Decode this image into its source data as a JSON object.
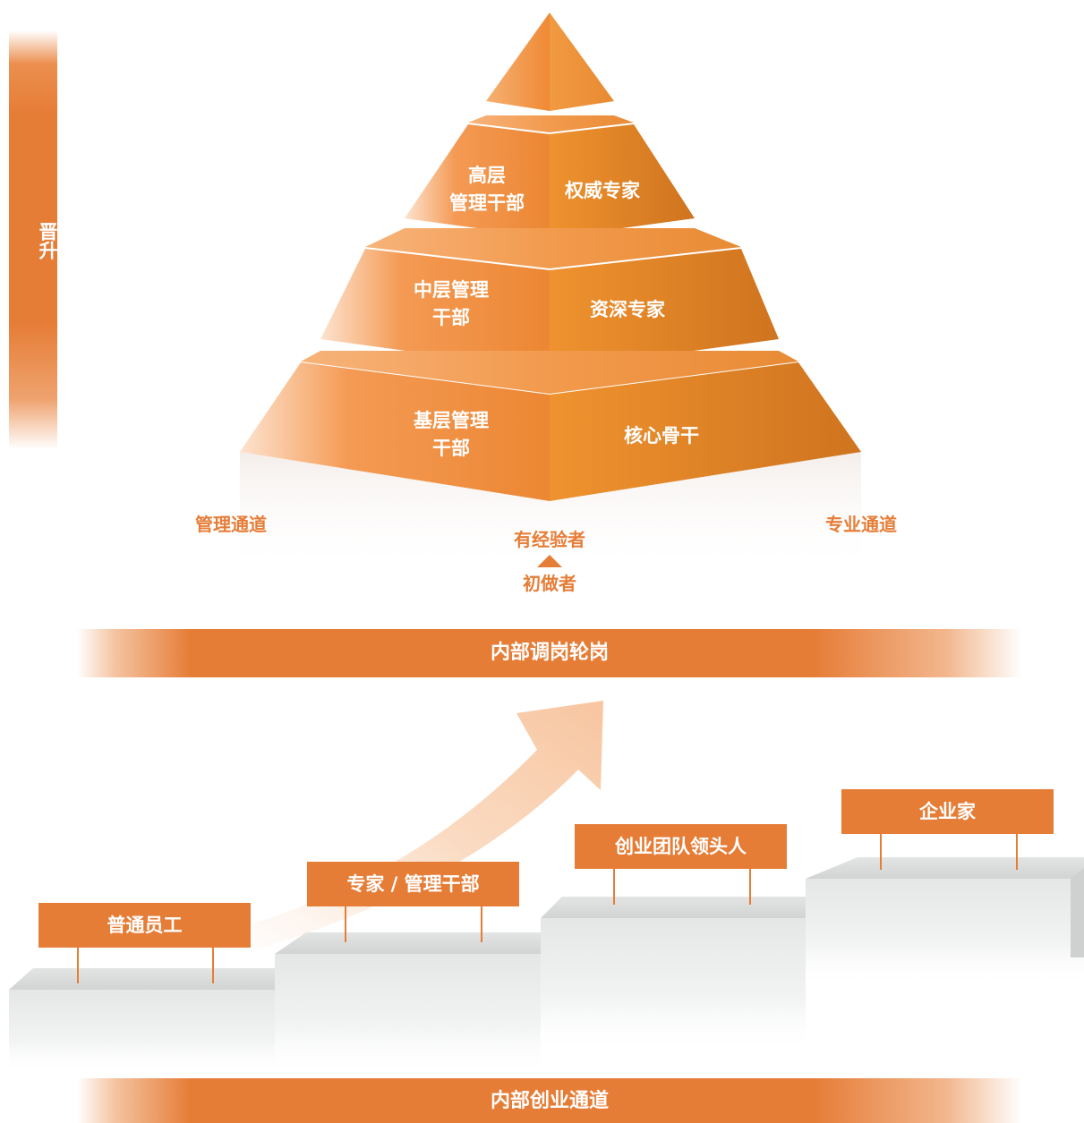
{
  "promotion": {
    "label": "晋升"
  },
  "pyramid": {
    "tiers": [
      {
        "management": "高层\n管理干部",
        "professional": "权威专家"
      },
      {
        "management": "中层管理\n干部",
        "professional": "资深专家"
      },
      {
        "management": "基层管理\n干部",
        "professional": "核心骨干"
      }
    ],
    "management_channel": "管理通道",
    "professional_channel": "专业通道",
    "experienced": "有经验者",
    "beginner": "初做者"
  },
  "rotation_banner": {
    "label": "内部调岗轮岗"
  },
  "staircase": {
    "steps": [
      {
        "label": "普通员工"
      },
      {
        "label": "专家 / 管理干部"
      },
      {
        "label": "创业团队领头人"
      },
      {
        "label": "企业家"
      }
    ]
  },
  "startup_banner": {
    "label": "内部创业通道"
  },
  "colors": {
    "accent": "#e67d37",
    "accent_dark": "#c96a24",
    "accent_light": "#f5b27e",
    "step_grey": "#dcdede"
  }
}
